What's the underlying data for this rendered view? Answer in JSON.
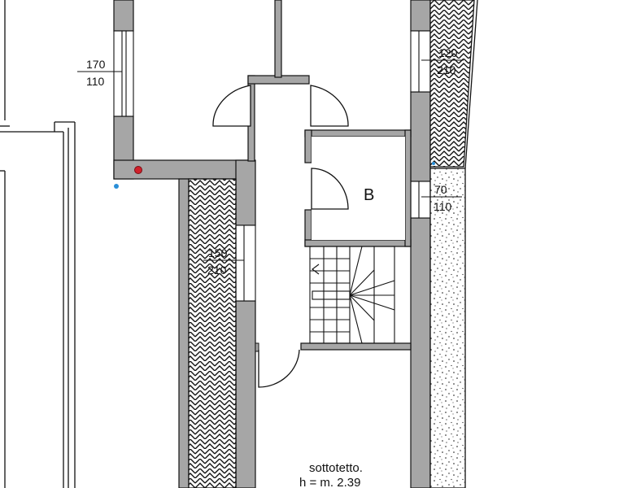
{
  "plan": {
    "room_label": "B",
    "attic_label": "sottotetto.",
    "attic_height": "h = m. 2.39",
    "openings": [
      {
        "width": "170",
        "height": "110"
      },
      {
        "width": "120",
        "height": "210"
      },
      {
        "width": "70",
        "height": "110"
      },
      {
        "width": "150",
        "height": "210"
      }
    ],
    "colors": {
      "wall": "#a6a6a6",
      "line": "#111111",
      "marker_red": "#d0202a",
      "marker_blue": "#2a8fd8"
    }
  }
}
